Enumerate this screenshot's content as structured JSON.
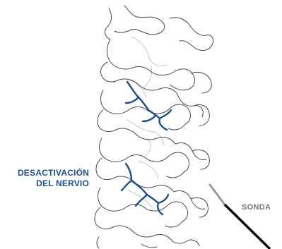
{
  "labels": {
    "nerve_line1": "DESACTIVACIÓN",
    "nerve_line2": "DEL NERVIO",
    "probe": "SONDA"
  },
  "colors": {
    "nerve_label": "#1a4f8a",
    "probe_label": "#7a7a7a",
    "nerve": "#1c4f86",
    "outline": "#4a4a4a",
    "hidden_outline": "#c8c8c8",
    "probe_shaft": "#000000",
    "probe_tip": "#9a9a9a"
  }
}
